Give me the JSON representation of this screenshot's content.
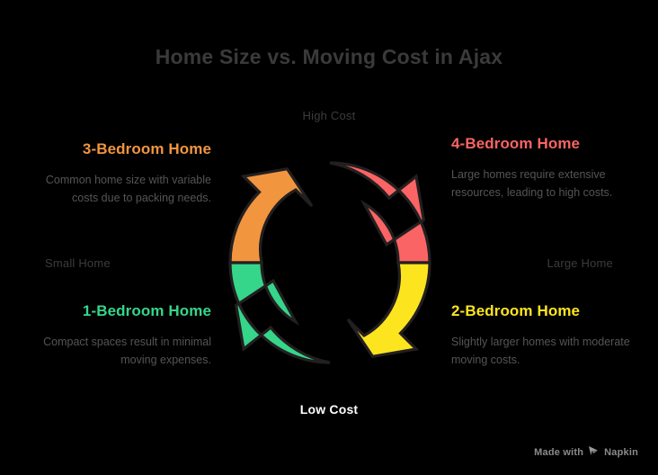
{
  "page": {
    "title": "Home Size vs. Moving Cost in Ajax",
    "background": "#000000"
  },
  "axes": {
    "top": "High Cost",
    "bottom": "Low Cost",
    "left": "Small Home",
    "right": "Large Home"
  },
  "quadrants": [
    {
      "id": "3-bedroom",
      "title": "3-Bedroom Home",
      "description": "Common home size with variable costs due to packing needs.",
      "color": "#F2953F",
      "position": "top-left"
    },
    {
      "id": "4-bedroom",
      "title": "4-Bedroom Home",
      "description": "Large homes require extensive resources, leading to high costs.",
      "color": "#FB6464",
      "position": "top-right"
    },
    {
      "id": "1-bedroom",
      "title": "1-Bedroom Home",
      "description": "Compact spaces result in minimal moving expenses.",
      "color": "#35D68A",
      "position": "bottom-left"
    },
    {
      "id": "2-bedroom",
      "title": "2-Bedroom Home",
      "description": "Slightly larger homes with moderate moving costs.",
      "color": "#FCE51E",
      "position": "bottom-right"
    }
  ],
  "diagram": {
    "type": "cycle-ring",
    "segment_count": 4,
    "stroke_color": "#231f20",
    "segments": [
      {
        "name": "top-left-arrow-segment",
        "color": "#F2953F"
      },
      {
        "name": "top-right-arrow-segment",
        "color": "#FB6464"
      },
      {
        "name": "bottom-right-arrow-segment",
        "color": "#FCE51E"
      },
      {
        "name": "bottom-left-arrow-segment",
        "color": "#35D68A"
      }
    ]
  },
  "footer": {
    "made_with": "Made with",
    "brand": "Napkin",
    "logo_icon": "napkin-logo-icon"
  }
}
